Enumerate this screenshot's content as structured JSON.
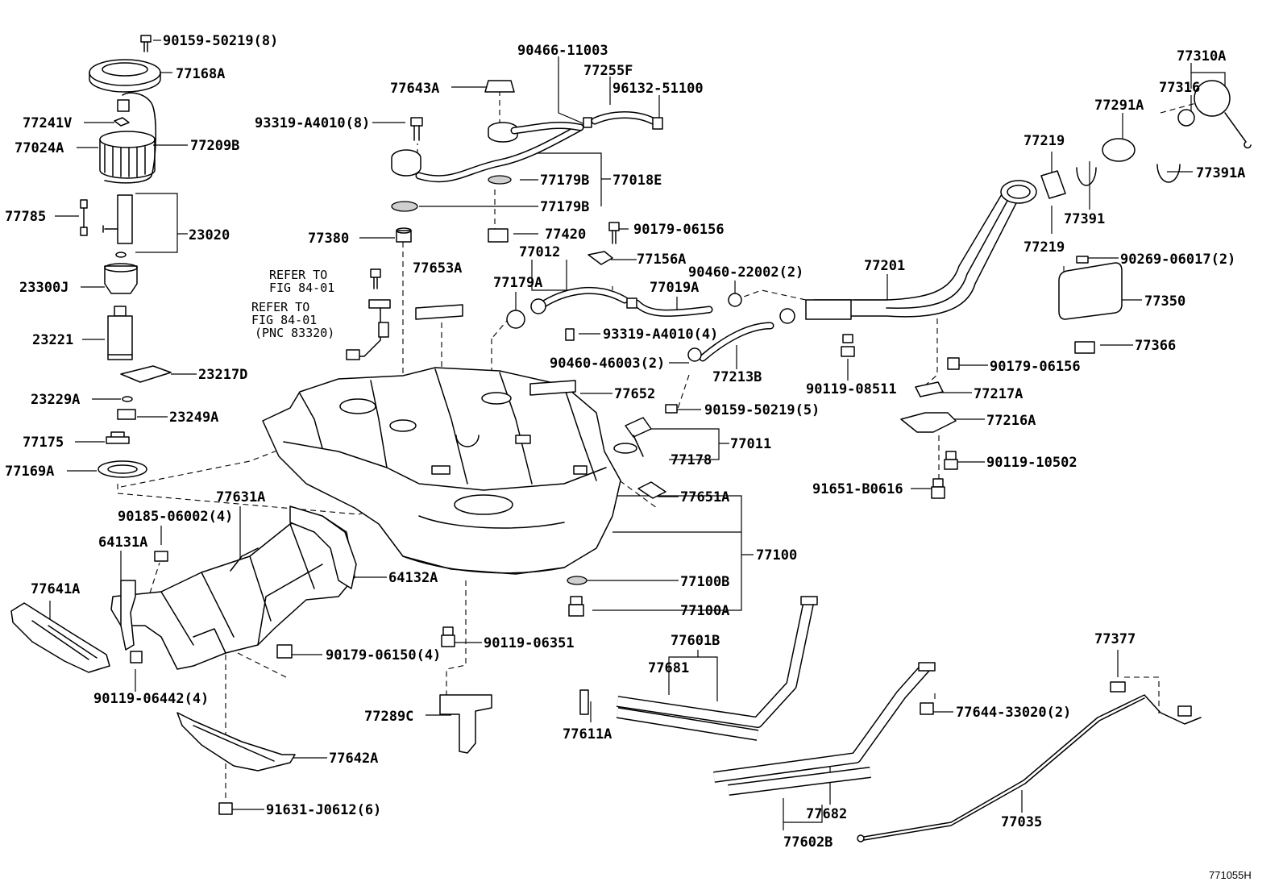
{
  "chart_data": {
    "type": "diagram",
    "diagram_id": "771055H",
    "callouts": [
      {
        "id": "c01",
        "text": "90159-50219(8)"
      },
      {
        "id": "c02",
        "text": "77168A"
      },
      {
        "id": "c03",
        "text": "77241V"
      },
      {
        "id": "c04",
        "text": "77024A"
      },
      {
        "id": "c05",
        "text": "77209B"
      },
      {
        "id": "c06",
        "text": "77785"
      },
      {
        "id": "c07",
        "text": "23020"
      },
      {
        "id": "c08",
        "text": "23300J"
      },
      {
        "id": "c09",
        "text": "23221"
      },
      {
        "id": "c10",
        "text": "23217D"
      },
      {
        "id": "c11",
        "text": "23229A"
      },
      {
        "id": "c12",
        "text": "23249A"
      },
      {
        "id": "c13",
        "text": "77175"
      },
      {
        "id": "c14",
        "text": "77169A"
      },
      {
        "id": "c15",
        "text": "90466-11003"
      },
      {
        "id": "c16",
        "text": "77255F"
      },
      {
        "id": "c17",
        "text": "96132-51100"
      },
      {
        "id": "c18",
        "text": "77643A"
      },
      {
        "id": "c19",
        "text": "93319-A4010(8)"
      },
      {
        "id": "c20",
        "text": "77179B"
      },
      {
        "id": "c21",
        "text": "77018E"
      },
      {
        "id": "c22",
        "text": "77179B"
      },
      {
        "id": "c23",
        "text": "77380"
      },
      {
        "id": "c24",
        "text": "77420"
      },
      {
        "id": "c25",
        "text": "90179-06156"
      },
      {
        "id": "c26",
        "text": "77653A"
      },
      {
        "id": "c27",
        "text": "77012"
      },
      {
        "id": "c28",
        "text": "77156A"
      },
      {
        "id": "c29",
        "text": "77179A"
      },
      {
        "id": "c30",
        "text": "90460-22002(2)"
      },
      {
        "id": "c31",
        "text": "77019A"
      },
      {
        "id": "c32",
        "text": "93319-A4010(4)"
      },
      {
        "id": "c33",
        "text": "90460-46003(2)"
      },
      {
        "id": "c34",
        "text": "77213B"
      },
      {
        "id": "c35",
        "text": "77652"
      },
      {
        "id": "c36",
        "text": "90159-50219(5)"
      },
      {
        "id": "c37",
        "text": "77011"
      },
      {
        "id": "c38",
        "text": "77178"
      },
      {
        "id": "c39",
        "text": "77201"
      },
      {
        "id": "c40",
        "text": "90119-08511"
      },
      {
        "id": "c41",
        "text": "77310A"
      },
      {
        "id": "c42",
        "text": "77316"
      },
      {
        "id": "c43",
        "text": "77291A"
      },
      {
        "id": "c44",
        "text": "77219"
      },
      {
        "id": "c45",
        "text": "77391A"
      },
      {
        "id": "c46",
        "text": "77391"
      },
      {
        "id": "c47",
        "text": "77219"
      },
      {
        "id": "c48",
        "text": "90269-06017(2)"
      },
      {
        "id": "c49",
        "text": "77350"
      },
      {
        "id": "c50",
        "text": "77366"
      },
      {
        "id": "c51",
        "text": "90179-06156"
      },
      {
        "id": "c52",
        "text": "77217A"
      },
      {
        "id": "c53",
        "text": "77216A"
      },
      {
        "id": "c54",
        "text": "90119-10502"
      },
      {
        "id": "c55",
        "text": "91651-B0616"
      },
      {
        "id": "c56",
        "text": "77651A"
      },
      {
        "id": "c57",
        "text": "77100"
      },
      {
        "id": "c58",
        "text": "77100B"
      },
      {
        "id": "c59",
        "text": "77100A"
      },
      {
        "id": "c60",
        "text": "77631A"
      },
      {
        "id": "c61",
        "text": "90185-06002(4)"
      },
      {
        "id": "c62",
        "text": "64131A"
      },
      {
        "id": "c63",
        "text": "64132A"
      },
      {
        "id": "c64",
        "text": "77641A"
      },
      {
        "id": "c65",
        "text": "90179-06150(4)"
      },
      {
        "id": "c66",
        "text": "90119-06351"
      },
      {
        "id": "c67",
        "text": "90119-06442(4)"
      },
      {
        "id": "c68",
        "text": "77289C"
      },
      {
        "id": "c69",
        "text": "77642A"
      },
      {
        "id": "c70",
        "text": "91631-J0612(6)"
      },
      {
        "id": "c71",
        "text": "77601B"
      },
      {
        "id": "c72",
        "text": "77681"
      },
      {
        "id": "c73",
        "text": "77611A"
      },
      {
        "id": "c74",
        "text": "77377"
      },
      {
        "id": "c75",
        "text": "77644-33020(2)"
      },
      {
        "id": "c76",
        "text": "77682"
      },
      {
        "id": "c77",
        "text": "77035"
      },
      {
        "id": "c78",
        "text": "77602B"
      }
    ],
    "references": [
      {
        "id": "r1",
        "lines": [
          "REFER TO",
          "FIG 84-01"
        ]
      },
      {
        "id": "r2",
        "lines": [
          "REFER TO",
          "FIG 84-01",
          "(PNC 83320)"
        ]
      }
    ]
  }
}
